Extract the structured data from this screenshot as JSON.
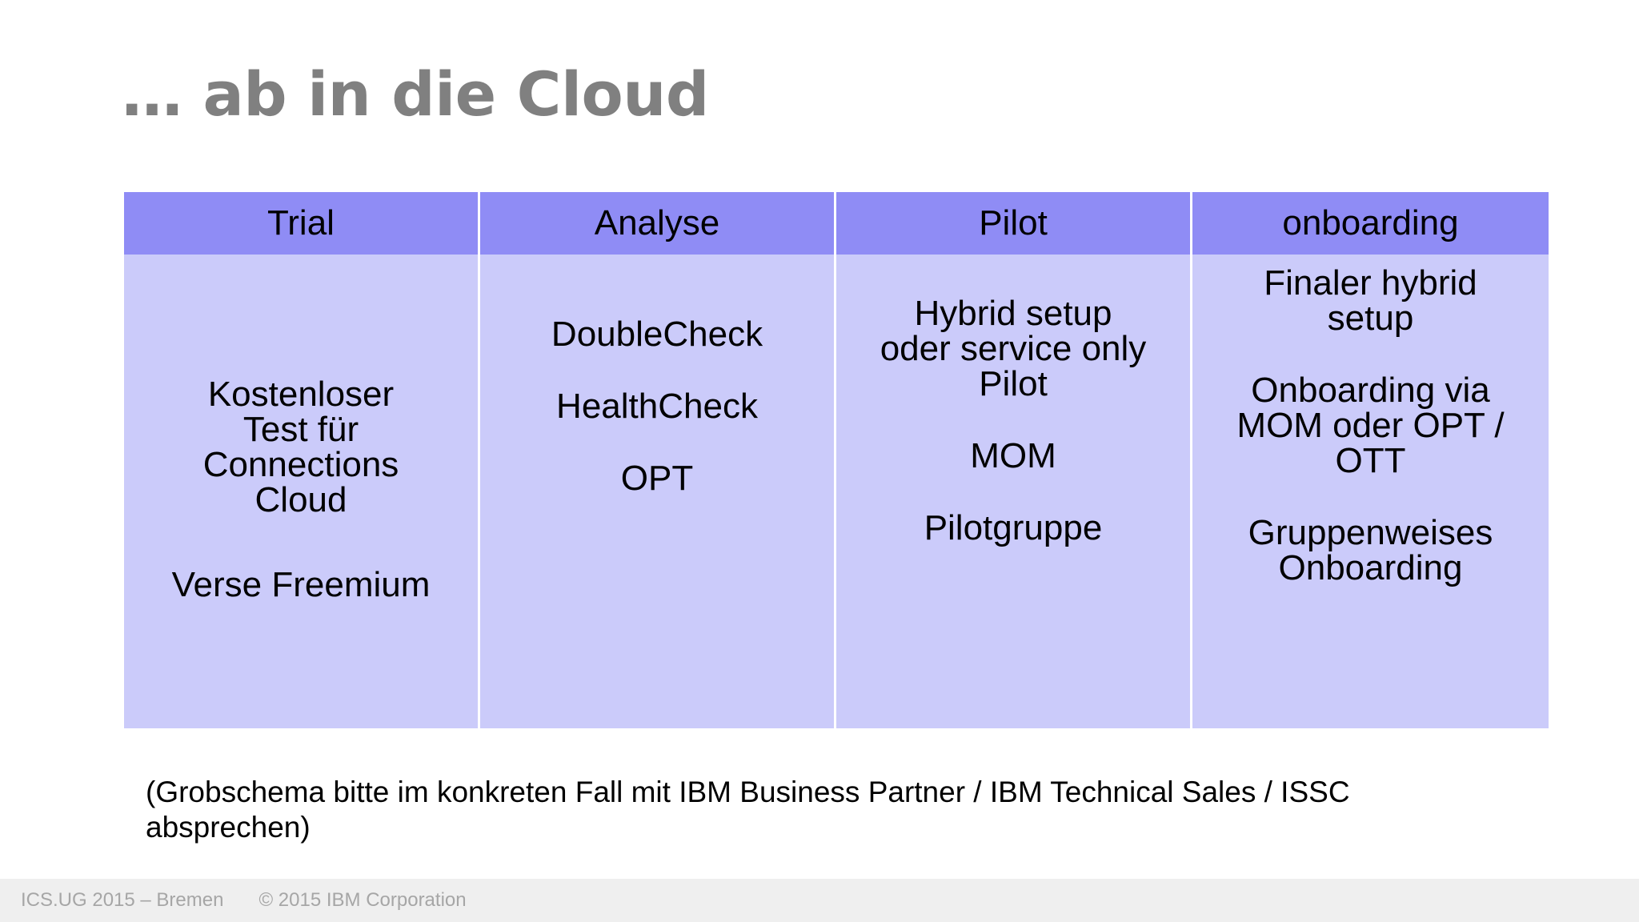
{
  "slide": {
    "title": "… ab in die Cloud",
    "title_color": "#808080",
    "background_color": "#ffffff"
  },
  "table": {
    "header_bg": "#8f8cf5",
    "body_bg": "#cbcbfa",
    "divider_color": "#ffffff",
    "headers": [
      {
        "label": "Trial"
      },
      {
        "label": "Analyse"
      },
      {
        "label": "Pilot"
      },
      {
        "label": "onboarding"
      }
    ],
    "columns": [
      {
        "name": "trial",
        "blocks": [
          "Kostenloser\nTest für\nConnections\nCloud",
          "Verse Freemium"
        ]
      },
      {
        "name": "analyse",
        "blocks": [
          "DoubleCheck",
          "HealthCheck",
          "OPT"
        ]
      },
      {
        "name": "pilot",
        "blocks": [
          "Hybrid setup\noder service only\nPilot",
          "MOM",
          "Pilotgruppe"
        ]
      },
      {
        "name": "onboarding",
        "blocks": [
          "Finaler hybrid\nsetup",
          "Onboarding via\nMOM oder OPT /\nOTT",
          "Gruppenweises\nOnboarding"
        ]
      }
    ]
  },
  "footnote": {
    "text": "(Grobschema bitte im konkreten Fall mit IBM  Business Partner / IBM Technical Sales / ISSC absprechen)"
  },
  "footer": {
    "event": "ICS.UG 2015 – Bremen",
    "copyright": "© 2015 IBM Corporation",
    "bg_color": "#efefef",
    "text_color": "#a6a6a6"
  }
}
